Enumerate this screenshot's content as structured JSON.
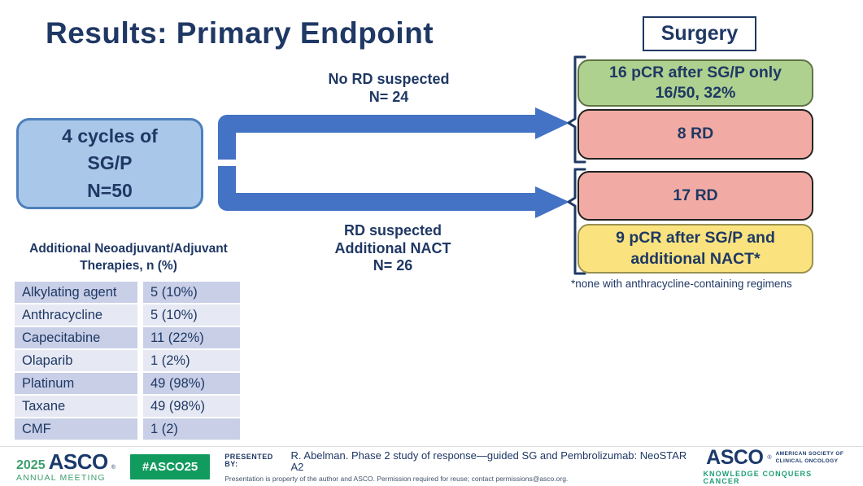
{
  "slide": {
    "title": "Results: Primary Endpoint",
    "surgery_label": "Surgery",
    "source_box": "4 cycles of\nSG/P\nN=50",
    "top_path_label": "No RD suspected\nN= 24",
    "bottom_path_label": "RD suspected\nAdditional NACT\nN= 26",
    "outcome_boxes": {
      "pcr_sgp_only": "16 pCR after SG/P only\n16/50, 32%",
      "rd_top": "8 RD",
      "rd_bottom": "17 RD",
      "pcr_additional": "9 pCR after SG/P and\nadditional NACT*"
    },
    "footnote": "*none with anthracycline-containing regimens"
  },
  "table": {
    "title": "Additional Neoadjuvant/Adjuvant\nTherapies, n (%)",
    "rows": [
      {
        "label": "Alkylating agent",
        "value": "5 (10%)"
      },
      {
        "label": "Anthracycline",
        "value": "5 (10%)"
      },
      {
        "label": "Capecitabine",
        "value": "11 (22%)"
      },
      {
        "label": "Olaparib",
        "value": "1 (2%)"
      },
      {
        "label": "Platinum",
        "value": "49 (98%)"
      },
      {
        "label": "Taxane",
        "value": "49 (98%)"
      },
      {
        "label": "CMF",
        "value": "1 (2)"
      }
    ]
  },
  "footer": {
    "meeting_year": "2025",
    "meeting_logo": "ASCO",
    "meeting_sub": "ANNUAL MEETING",
    "hashtag": "#ASCO25",
    "registered": "®",
    "presented_by_label": "PRESENTED BY:",
    "presented_by": "R. Abelman. Phase 2 study of response—guided SG and Pembrolizumab: NeoSTAR A2",
    "disclaimer": "Presentation is property of the author and ASCO. Permission required for reuse; contact permissions@asco.org.",
    "asco_logo": "ASCO",
    "asco_society": "AMERICAN SOCIETY OF\nCLINICAL ONCOLOGY",
    "asco_tagline": "KNOWLEDGE CONQUERS CANCER"
  },
  "colors": {
    "navy": "#1F3864",
    "arrow_blue": "#4472C4",
    "source_fill": "#A9C7E8",
    "source_border": "#4E80BD",
    "green_fill": "#AED18F",
    "pink_fill": "#F2ABA4",
    "yellow_fill": "#FAE37E",
    "hashtag_green": "#129B5E",
    "asco_green": "#3D9E6D",
    "tagline_teal": "#1F9E77"
  }
}
